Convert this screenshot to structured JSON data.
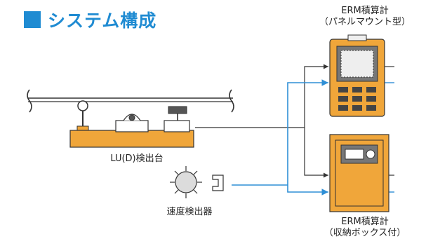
{
  "title": "システム構成",
  "labels": {
    "erm_panel_line1": "ERM積算計",
    "erm_panel_line2": "（パネルマウント型）",
    "erm_box_line1": "ERM積算計",
    "erm_box_line2": "（収納ボックス付）",
    "lu_station": "LU(D)検出台",
    "speed_detector": "速度検出器"
  },
  "colors": {
    "accent": "#1f8bd2",
    "device_orange": "#f0a63a",
    "signal_blue": "#2f8fd6",
    "wire_dark": "#333333"
  }
}
